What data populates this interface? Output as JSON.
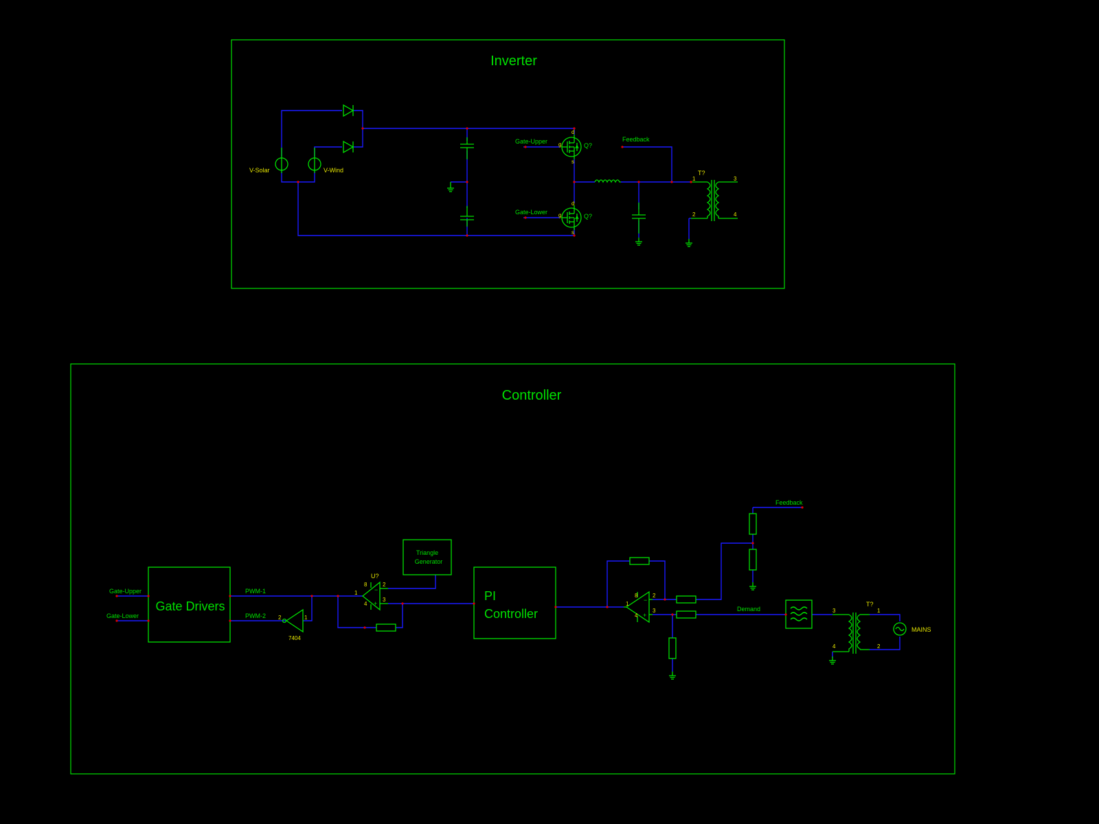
{
  "colors": {
    "background": "#000000",
    "component": "#00e000",
    "wire": "#1a1aff",
    "junction": "#e00000",
    "reference_text": "#e6e600"
  },
  "inverter": {
    "title": "Inverter",
    "sources": [
      "V-Solar",
      "V-Wind"
    ],
    "mosfet_ref": "Q?",
    "mosfet_pins": {
      "g": "g",
      "d": "d",
      "s": "s"
    },
    "net_gate_upper": "Gate-Upper",
    "net_gate_lower": "Gate-Lower",
    "net_feedback": "Feedback",
    "transformer_ref": "T?",
    "transformer_pins": [
      "1",
      "2",
      "3",
      "4"
    ]
  },
  "controller": {
    "title": "Controller",
    "net_gate_upper": "Gate-Upper",
    "net_gate_lower": "Gate-Lower",
    "gate_drivers": "Gate Drivers",
    "pwm1": "PWM-1",
    "pwm2": "PWM-2",
    "inverter_pins": [
      "2",
      "1"
    ],
    "inverter_ref": "7404",
    "comparator_ref": "U?",
    "comparator_pins": [
      "8",
      "4",
      "1",
      "2",
      "3"
    ],
    "triangle_line1": "Triangle",
    "triangle_line2": "Generator",
    "pi_line1": "PI",
    "pi_line2": "Controller",
    "opamp_pins": [
      "8",
      "4",
      "1",
      "2",
      "3"
    ],
    "net_feedback": "Feedback",
    "net_demand": "Demand",
    "filter_pin": "3",
    "filter_pin2": "4",
    "transformer_ref": "T?",
    "transformer_pins": [
      "1",
      "2"
    ],
    "mains": "MAINS"
  }
}
